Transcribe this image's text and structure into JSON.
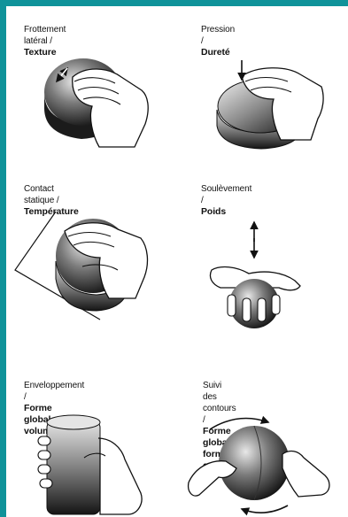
{
  "panels": [
    {
      "id": "texture",
      "line1": "Frottement latéral /",
      "line2": "Texture"
    },
    {
      "id": "durete",
      "line1": "Pression /",
      "line2": "Dureté"
    },
    {
      "id": "temperature",
      "line1": "Contact statique /",
      "line2": "Température"
    },
    {
      "id": "poids",
      "line1": "Soulèvement /",
      "line2": "Poids"
    },
    {
      "id": "volume",
      "line1": "Enveloppement /",
      "line2": "Forme globale, volume"
    },
    {
      "id": "contours",
      "line1": "Suivi des contours /",
      "line2": "Forme globale, forme exacte"
    }
  ],
  "colors": {
    "frame": "#10939a",
    "paper": "#ffffff",
    "ink": "#111111",
    "object_dark": "#1a1a1a",
    "object_light": "#d9d9d9"
  }
}
